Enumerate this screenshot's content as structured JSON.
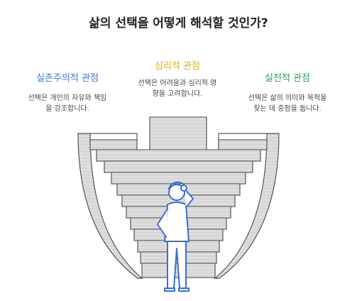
{
  "title": "삶의 선택을 어떻게 해석할 것인가?",
  "perspectives": [
    {
      "heading": "실존주의적 관점",
      "color": "#3a7bd5",
      "desc_lines": [
        "선택은 개인의 자유와 책임",
        "을 강조합니다."
      ]
    },
    {
      "heading": "심리적 관점",
      "color": "#e0b010",
      "desc_lines": [
        "선택은 어려움과 심리적 영",
        "향을 고려합니다."
      ]
    },
    {
      "heading": "실천적 관점",
      "color": "#27a35a",
      "desc_lines": [
        "선택은 삶의 의미와 목적을",
        "찾는 데 중점을 둡니다."
      ]
    }
  ],
  "colors": {
    "stroke": "#555555",
    "figure": "#3a6fd0"
  }
}
